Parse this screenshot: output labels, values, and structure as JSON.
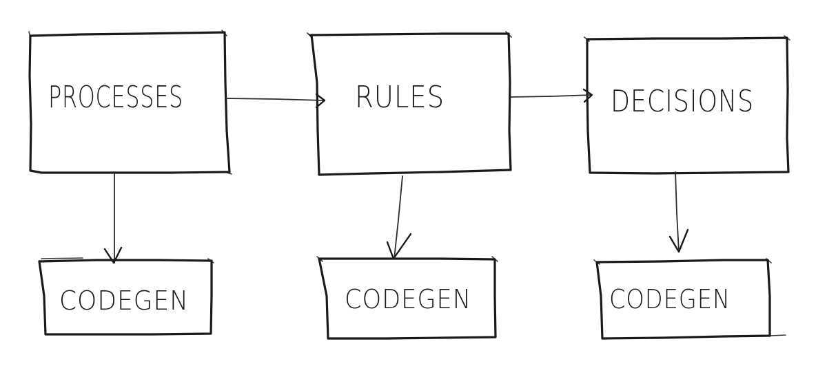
{
  "diagram": {
    "nodes": {
      "processes": "PROCESSES",
      "rules": "RULES",
      "decisions": "DECISIONS",
      "codegen_processes": "CODEGEN",
      "codegen_rules": "CODEGEN",
      "codegen_decisions": "CODEGEN"
    },
    "edges": [
      {
        "from": "processes",
        "to": "rules"
      },
      {
        "from": "rules",
        "to": "decisions"
      },
      {
        "from": "processes",
        "to": "codegen_processes"
      },
      {
        "from": "rules",
        "to": "codegen_rules"
      },
      {
        "from": "decisions",
        "to": "codegen_decisions"
      }
    ],
    "colors": {
      "ink": "#1a1a1a",
      "paper": "#ffffff"
    }
  }
}
